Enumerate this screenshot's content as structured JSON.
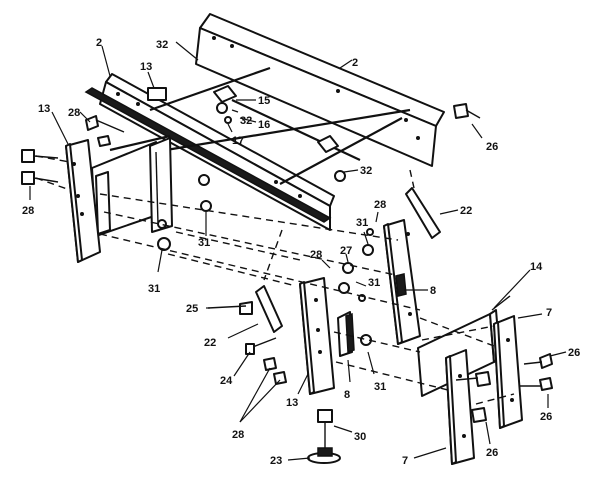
{
  "labels": {
    "l2a": "2",
    "l2b": "2",
    "l32a": "32",
    "l13a": "13",
    "l15": "15",
    "l13b": "13",
    "l28a": "28",
    "l32b": "32",
    "l16": "16",
    "l17": "17",
    "l26a": "26",
    "l28b": "28",
    "l32c": "32",
    "l31a": "31",
    "l22a": "22",
    "l28c": "28",
    "l31b": "31",
    "l31c": "31",
    "l28d": "28",
    "l27": "27",
    "l31d": "31",
    "l14": "14",
    "l8a": "8",
    "l25": "25",
    "l7a": "7",
    "l22b": "22",
    "l26b": "26",
    "l24": "24",
    "l8b": "8",
    "l31e": "31",
    "l13c": "13",
    "l28e": "28",
    "l30": "30",
    "l26c": "26",
    "l26d": "26",
    "l23": "23",
    "l7b": "7"
  }
}
